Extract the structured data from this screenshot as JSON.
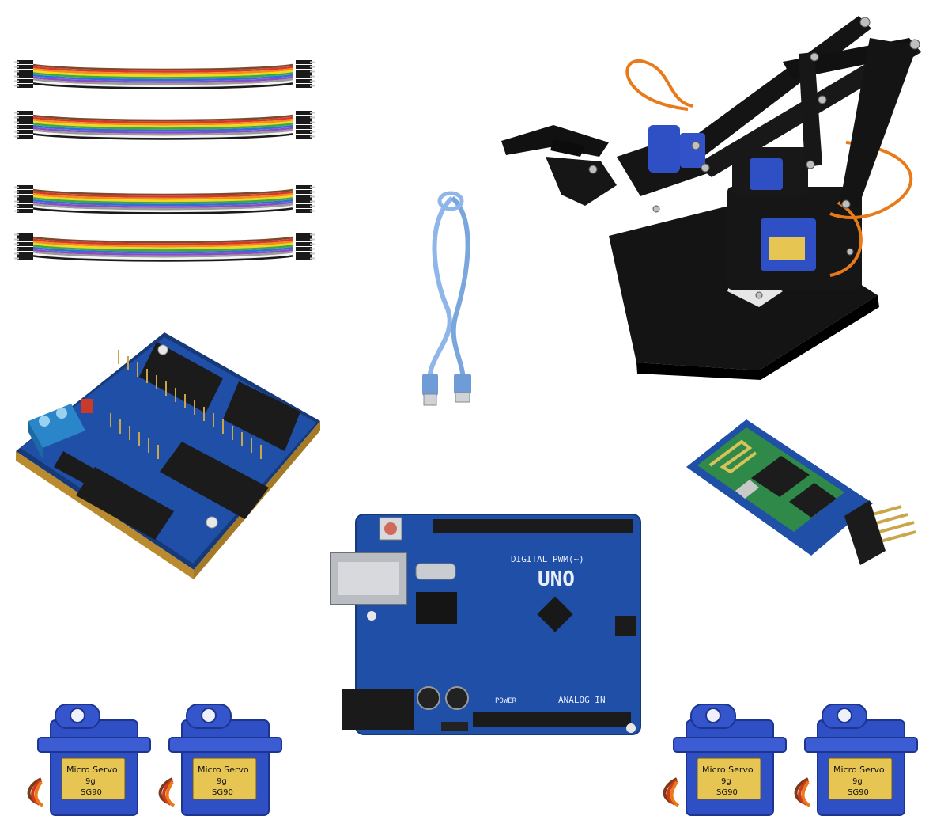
{
  "colors": {
    "background": "#ffffff",
    "pcb_blue": "#1f4fa6",
    "pcb_dark": "#16397a",
    "acrylic_black": "#141414",
    "servo_blue": "#2f4fc4",
    "servo_label": "#e6c552",
    "servo_wire_orange": "#e87a1a",
    "servo_wire_brown": "#7a3b16",
    "servo_wire_red": "#d2381e",
    "usb_cable": "#8fb6e8",
    "header_black": "#1b1b1b",
    "pin_gold": "#c9a64a"
  },
  "ribbon_colors": [
    "#7a4a2a",
    "#d9382b",
    "#f28c1c",
    "#f2d81c",
    "#3aa845",
    "#2f6fd6",
    "#8b4bc8",
    "#9a9a9a",
    "#f4f4f4",
    "#1a1a1a"
  ],
  "items": {
    "jumper_wires": {
      "count": 4,
      "icon": "ribbon-cable-icon"
    },
    "usb_cable": {
      "icon": "usb-cable-icon"
    },
    "robot_arm": {
      "icon": "robot-arm-icon"
    },
    "sensor_shield": {
      "icon": "sensor-shield-icon"
    },
    "bluetooth_module": {
      "icon": "bluetooth-module-icon"
    },
    "uno_board": {
      "icon": "arduino-board-icon",
      "label_uno": "UNO",
      "label_digital": "DIGITAL PWM(~)",
      "label_analog": "ANALOG IN",
      "label_power": "POWER"
    },
    "servos": {
      "count": 4,
      "label_line1": "Micro Servo",
      "label_line2": "9g",
      "label_model": "SG90"
    }
  }
}
